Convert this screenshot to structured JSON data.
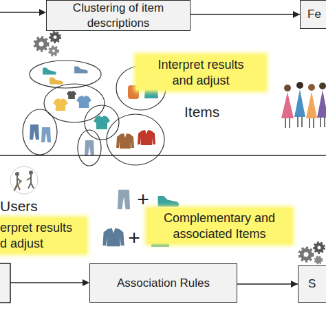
{
  "diagram": {
    "nodes": [
      {
        "text": [
          "Clustering of item descriptions"
        ]
      },
      {
        "text": [
          "Fe"
        ]
      },
      {
        "text": [
          "Association Rules"
        ]
      },
      {
        "text": [
          "S"
        ]
      }
    ],
    "edges": [
      {
        "from": 0,
        "to": 1,
        "arrow": "to"
      },
      {
        "from": 2,
        "to": 3,
        "arrow": "to"
      }
    ],
    "labels": [
      "Interpret results and adjust",
      "Items",
      "Users",
      "erpret results d adjust",
      "Complementary and associated Items",
      "+",
      "+"
    ]
  }
}
